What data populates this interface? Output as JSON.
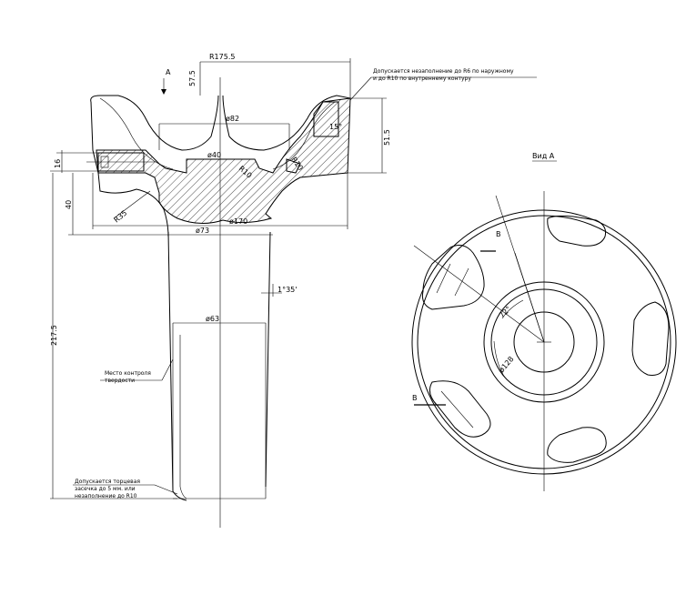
{
  "dimensions": {
    "r1755": "R175.5",
    "h575": "57.5",
    "d82": "ø82",
    "d40": "ø40",
    "r10a": "R10",
    "r10b": "R10",
    "a15": "15°",
    "h515": "51.5",
    "h16": "16",
    "h40": "40",
    "r35": "R35",
    "d170": "ø170",
    "d73": "ø73",
    "h2175": "217.5",
    "a135": "1°35'",
    "d63": "ø63",
    "a72": "72°",
    "d128": "ø128"
  },
  "labels": {
    "view_arrow": "A",
    "view_a": "Вид А",
    "section_b_top": "В",
    "section_b_bottom": "В"
  },
  "notes": {
    "top_line1": "Допускается незаполнение до R6 по наружному",
    "top_line2": "и до R10 по внутреннему контуру",
    "hardness_line1": "Место контроля",
    "hardness_line2": "твердости",
    "bottom_line1": "Допускается торцевая",
    "bottom_line2": "засечка до 5 мм. или",
    "bottom_line3": "незаполнение до R10"
  },
  "colors": {
    "line": "#000000",
    "background": "#ffffff"
  }
}
